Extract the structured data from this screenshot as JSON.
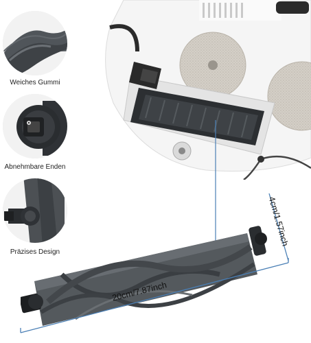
{
  "callouts": [
    {
      "label": "Weiches Gummi",
      "icon": "soft-rubber-closeup"
    },
    {
      "label": "Abnehmbare Enden",
      "icon": "removable-end-closeup"
    },
    {
      "label": "Präzises Design",
      "icon": "precise-design-closeup"
    }
  ],
  "dimensions": {
    "length_label": "20cm/7.87inch",
    "diameter_label": "4cm/1.57inch"
  },
  "colors": {
    "rubber": "#555a5e",
    "rubber_dark": "#3c4044",
    "robot_body": "#f4f4f4",
    "mop_pad": "#cfcac2",
    "dimension_line": "#4a7fb5"
  }
}
